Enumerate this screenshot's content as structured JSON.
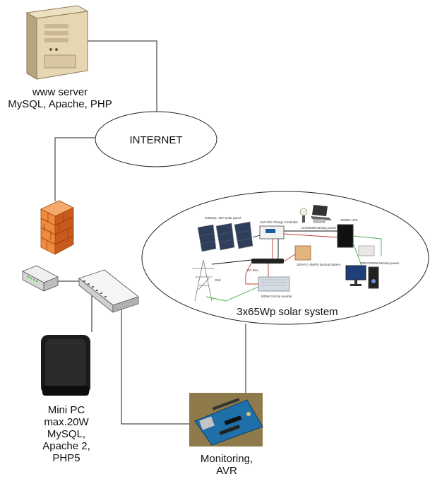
{
  "server": {
    "lines": [
      "www server",
      "MySQL, Apache, PHP"
    ]
  },
  "internet": {
    "label": "INTERNET"
  },
  "solar": {
    "label": "3x65Wp solar system",
    "inner": {
      "panels": "3x65Wp, 18V Solar panel",
      "controller": "10A/12V Charge Controller",
      "backup12": "12V/500W backup power",
      "ups": "1500W UPS",
      "battery": "100Ah (~1kWh) backup battery",
      "bus": "DC Bus",
      "grid": "Grid",
      "inverter": "500W Grid tie inverter",
      "backup230": "230V/1500W backup power"
    }
  },
  "minipc": {
    "lines": [
      "Mini PC",
      "max.20W",
      "MySQL,",
      "Apache 2,",
      "PHP5"
    ]
  },
  "monitoring": {
    "lines": [
      "Monitoring,",
      "AVR"
    ]
  }
}
